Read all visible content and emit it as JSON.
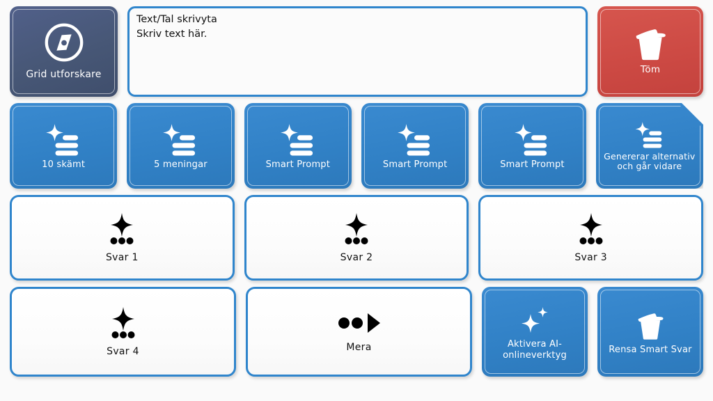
{
  "background_color": "#fafafa",
  "colors": {
    "blue": "#3181c6",
    "blue_border": "#2f85cc",
    "red": "#cd4a44",
    "navy": "#475776",
    "text_dark": "#111111",
    "text_light": "#ffffff"
  },
  "top_row": {
    "explorer_button": {
      "label": "Grid utforskare",
      "icon": "compass-icon"
    },
    "textarea": {
      "line1": "Text/Tal skrivyta",
      "line2": "Skriv text här.",
      "placeholder": "Skriv text här."
    },
    "clear_button": {
      "label": "Töm",
      "icon": "trash-icon"
    }
  },
  "prompt_row": {
    "items": [
      {
        "label": "10 skämt",
        "icon": "smart-prompt-icon",
        "notched": false
      },
      {
        "label": "5 meningar",
        "icon": "smart-prompt-icon",
        "notched": false
      },
      {
        "label": "Smart Prompt",
        "icon": "smart-prompt-icon",
        "notched": false
      },
      {
        "label": "Smart Prompt",
        "icon": "smart-prompt-icon",
        "notched": false
      },
      {
        "label": "Smart Prompt",
        "icon": "smart-prompt-icon",
        "notched": false
      },
      {
        "label": "Genererar alternativ och går vidare",
        "icon": "smart-prompt-icon",
        "notched": true
      }
    ]
  },
  "answer_row_1": {
    "items": [
      {
        "label": "Svar 1",
        "icon": "star-dots-icon"
      },
      {
        "label": "Svar 2",
        "icon": "star-dots-icon"
      },
      {
        "label": "Svar 3",
        "icon": "star-dots-icon"
      }
    ]
  },
  "bottom_row": {
    "answer": {
      "label": "Svar 4",
      "icon": "star-dots-icon"
    },
    "more": {
      "label": "Mera",
      "icon": "more-arrow-icon"
    },
    "activate_ai": {
      "label": "Aktivera AI-onlineverktyg",
      "icon": "sparkles-icon"
    },
    "clear_smart": {
      "label": "Rensa Smart Svar",
      "icon": "trash-icon"
    }
  }
}
